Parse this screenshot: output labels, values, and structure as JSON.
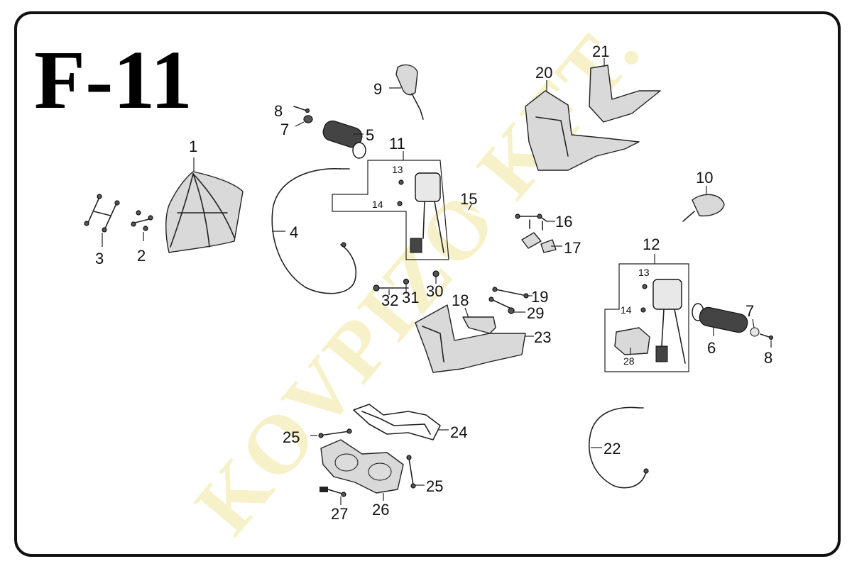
{
  "title": "F-11",
  "watermark": "KOVPIZO KFT.",
  "labels": {
    "l1": "1",
    "l2": "2",
    "l3": "3",
    "l4": "4",
    "l5": "5",
    "l6": "6",
    "l7a": "7",
    "l7b": "7",
    "l8a": "8",
    "l8b": "8",
    "l9": "9",
    "l10": "10",
    "l11": "11",
    "l12": "12",
    "l13a": "13",
    "l13b": "13",
    "l14a": "14",
    "l14b": "14",
    "l15": "15",
    "l16": "16",
    "l17": "17",
    "l18": "18",
    "l19": "19",
    "l20": "20",
    "l21": "21",
    "l22": "22",
    "l23": "23",
    "l24": "24",
    "l25a": "25",
    "l25b": "25",
    "l26": "26",
    "l27": "27",
    "l28": "28",
    "l29": "29",
    "l30": "30",
    "l31": "31",
    "l32": "32"
  },
  "colors": {
    "border": "#111111",
    "watermark": "#f3edb6",
    "line": "#222222"
  }
}
